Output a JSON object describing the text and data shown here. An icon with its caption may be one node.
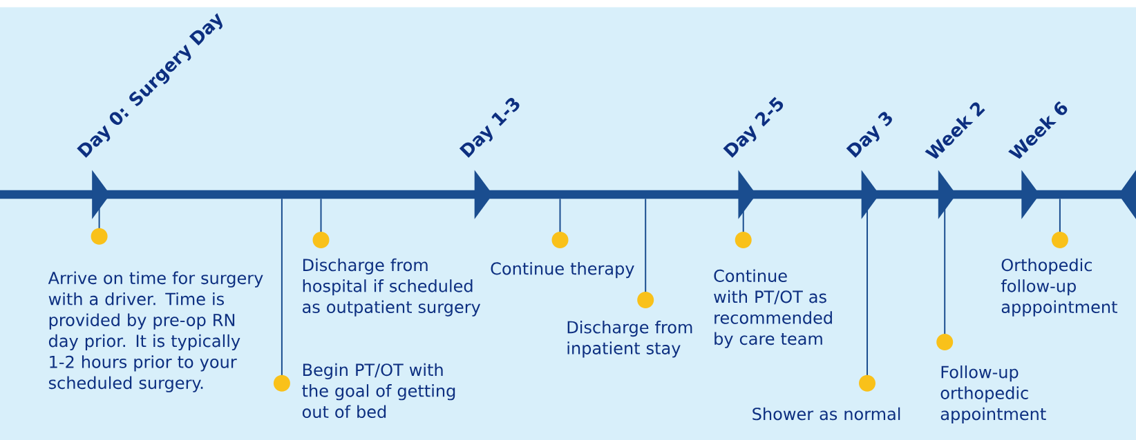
{
  "diagram": {
    "labels": [
      "Day 0: Surgery Day",
      "Day 1-3",
      "Day 2-5",
      "Day 3",
      "Week 2",
      "Week 6",
      "Arrive on time for surgery with a driver. Time is provided by pre-op RN day prior. It is typically 1-2 hours prior to your scheduled surgery.",
      "Discharge from hospital if scheduled as outpatient surgery",
      "Begin PT/OT with the goal of getting out of bed",
      "Continue therapy",
      "Discharge from inpatient stay",
      "Continue with PT/OT as recommended by care team",
      "Shower as normal",
      "Follow-up orthopedic appointment",
      "Orthopedic follow-up apppointment"
    ]
  }
}
